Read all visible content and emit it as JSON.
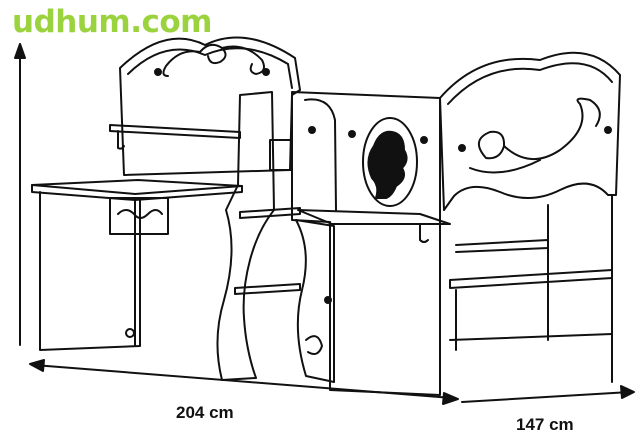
{
  "watermark": {
    "text": "udhum.com"
  },
  "dimensions": {
    "width_label": "204 cm",
    "depth_label": "147 cm"
  },
  "colors": {
    "line": "#111111",
    "watermark": "#9bd33f",
    "background": "#ffffff"
  }
}
